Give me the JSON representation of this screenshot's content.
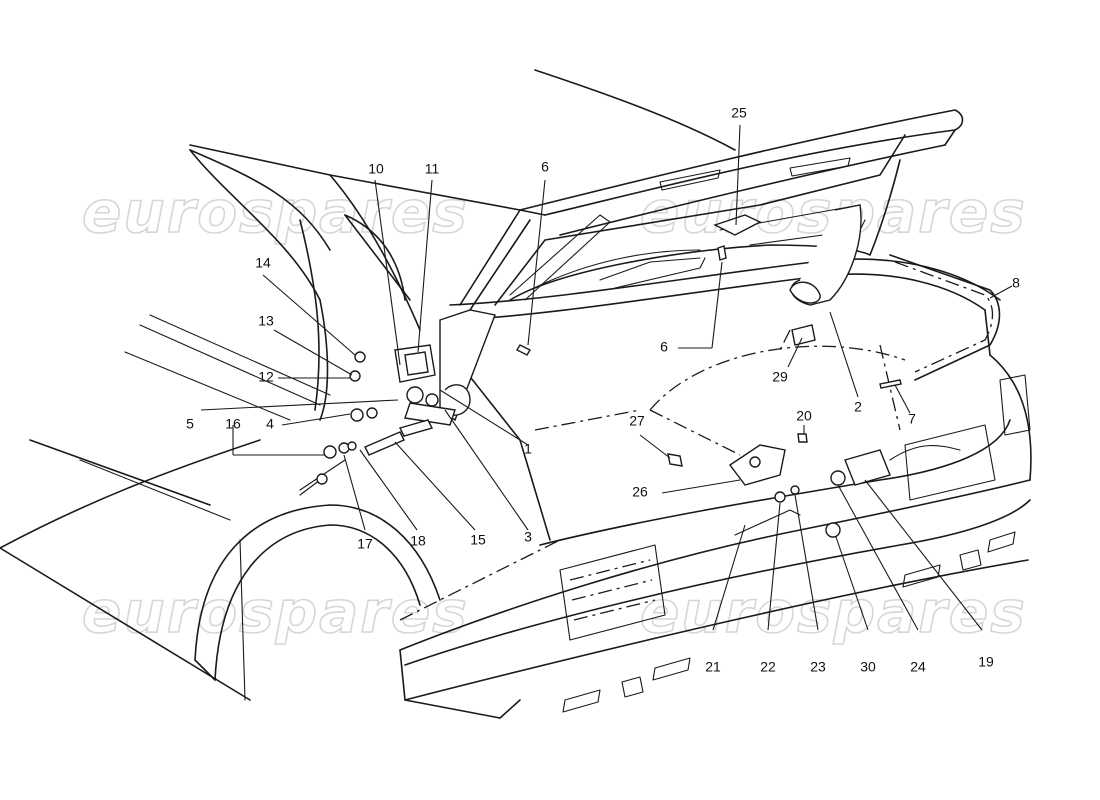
{
  "diagram": {
    "watermark": "eurospares",
    "callouts": [
      {
        "id": "c1",
        "label": "1"
      },
      {
        "id": "c2",
        "label": "2"
      },
      {
        "id": "c3",
        "label": "3"
      },
      {
        "id": "c4",
        "label": "4"
      },
      {
        "id": "c5",
        "label": "5"
      },
      {
        "id": "c6a",
        "label": "6"
      },
      {
        "id": "c6b",
        "label": "6"
      },
      {
        "id": "c7",
        "label": "7"
      },
      {
        "id": "c8",
        "label": "8"
      },
      {
        "id": "c10",
        "label": "10"
      },
      {
        "id": "c11",
        "label": "11"
      },
      {
        "id": "c12",
        "label": "12"
      },
      {
        "id": "c13",
        "label": "13"
      },
      {
        "id": "c14",
        "label": "14"
      },
      {
        "id": "c15",
        "label": "15"
      },
      {
        "id": "c16",
        "label": "16"
      },
      {
        "id": "c17",
        "label": "17"
      },
      {
        "id": "c18",
        "label": "18"
      },
      {
        "id": "c19",
        "label": "19"
      },
      {
        "id": "c20",
        "label": "20"
      },
      {
        "id": "c21",
        "label": "21"
      },
      {
        "id": "c22",
        "label": "22"
      },
      {
        "id": "c23",
        "label": "23"
      },
      {
        "id": "c24",
        "label": "24"
      },
      {
        "id": "c25",
        "label": "25"
      },
      {
        "id": "c26",
        "label": "26"
      },
      {
        "id": "c27",
        "label": "27"
      },
      {
        "id": "c29",
        "label": "29"
      },
      {
        "id": "c30",
        "label": "30"
      }
    ]
  }
}
